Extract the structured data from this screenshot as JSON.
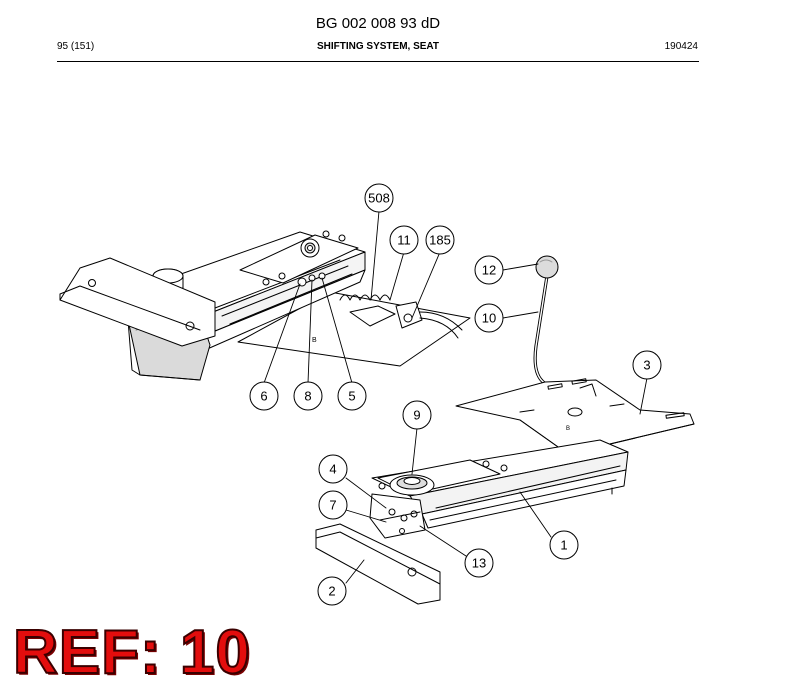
{
  "header": {
    "doc_id": "BG 002 008 93 dD",
    "page": "95 (151)",
    "section": "SHIFTING SYSTEM, SEAT",
    "date": "190424"
  },
  "callouts": [
    "508",
    "11",
    "185",
    "12",
    "10",
    "6",
    "8",
    "5",
    "3",
    "9",
    "4",
    "7",
    "1",
    "13",
    "2"
  ],
  "ref_label": "REF: 10",
  "colors": {
    "ref_fill": "#e30d0d",
    "line": "#000000"
  }
}
